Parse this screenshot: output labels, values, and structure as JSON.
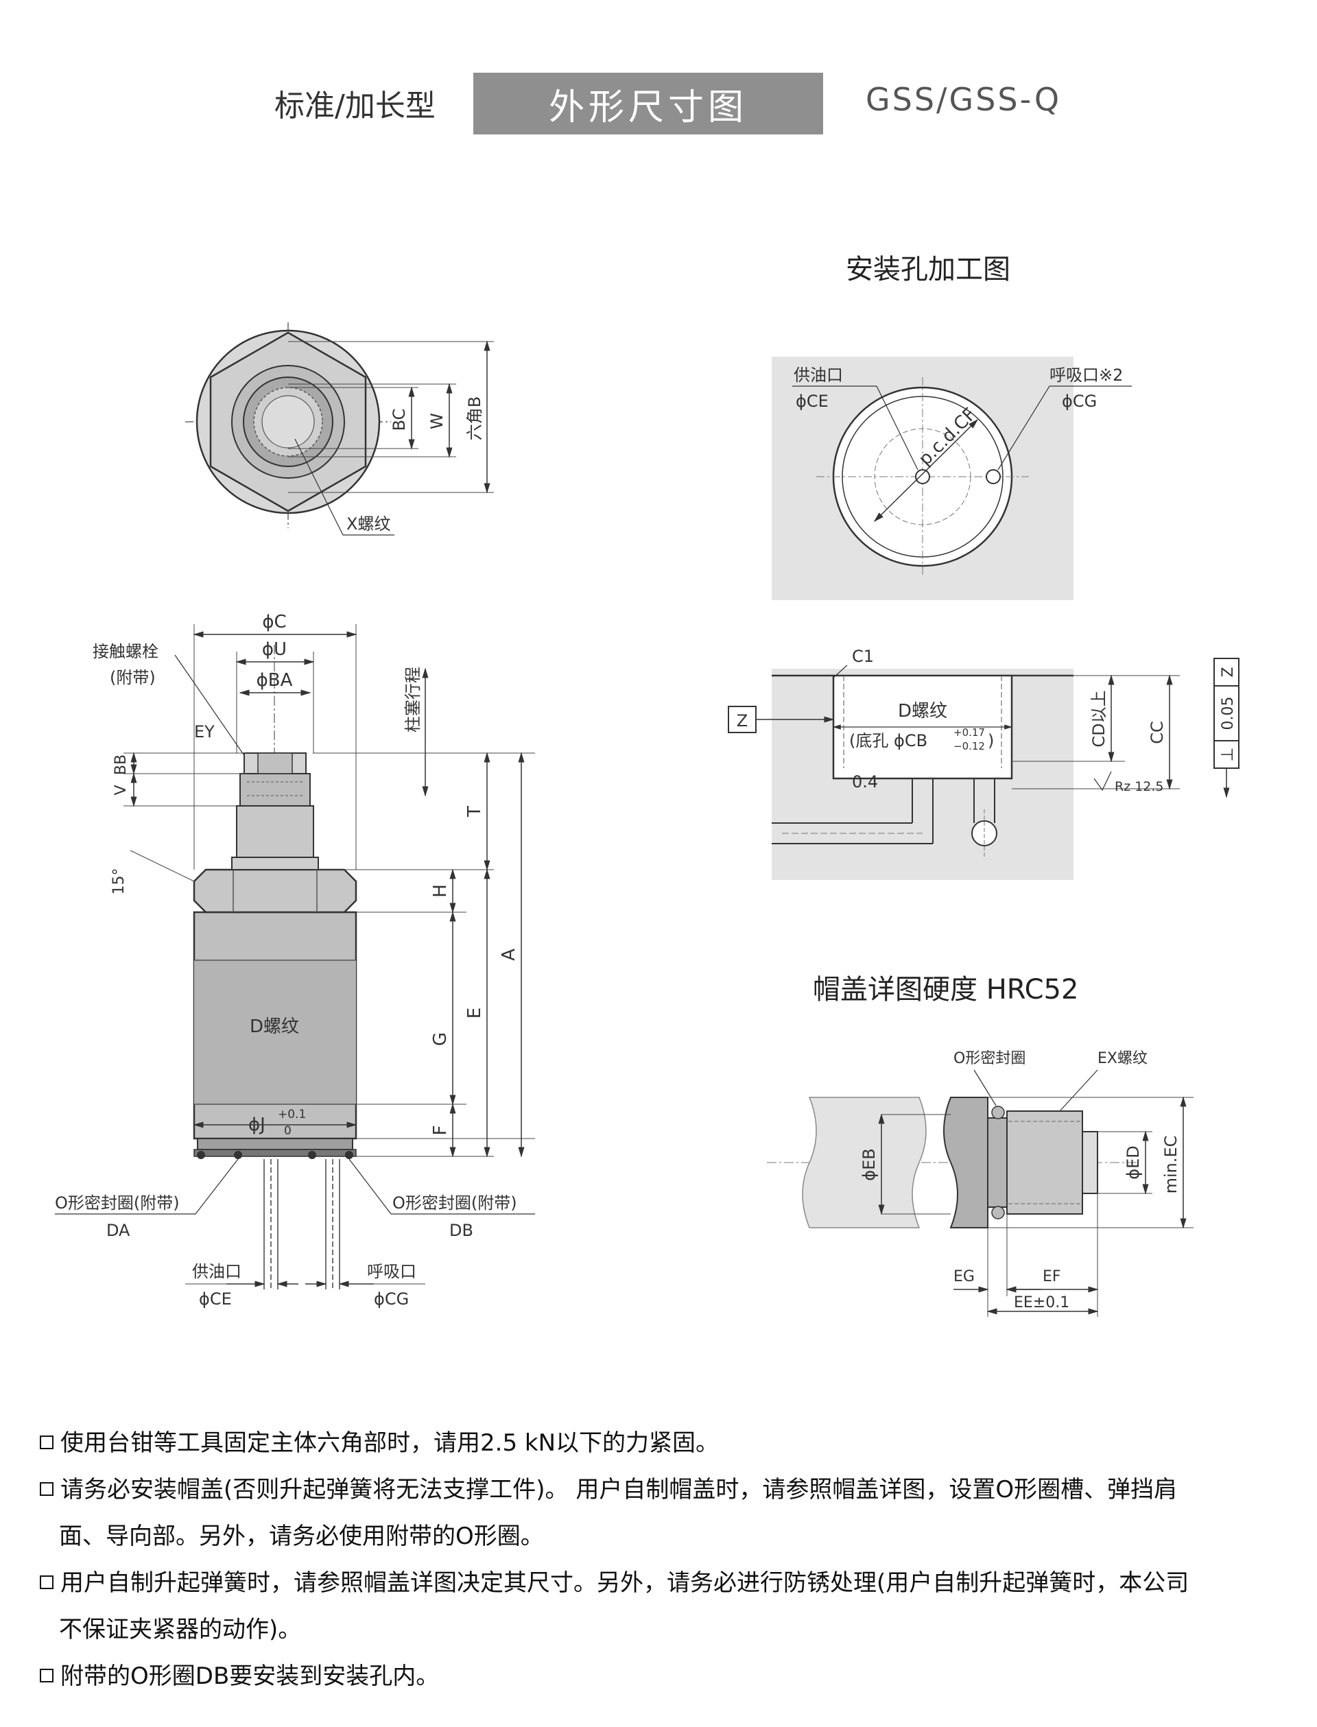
{
  "header": {
    "left": "标准/加长型",
    "center": "外形尺寸图",
    "right": "GSS/GSS-Q"
  },
  "sections": {
    "mount_hole_title": "安装孔加工图",
    "cap_detail_title": "帽盖详图硬度 HRC52"
  },
  "top_view": {
    "labels": {
      "bc": "BC",
      "w": "W",
      "hex": "六角B",
      "x_thread": "X螺纹"
    }
  },
  "side_view": {
    "labels": {
      "phi_c": "ϕC",
      "phi_u": "ϕU",
      "phi_ba": "ϕBA",
      "contact_bolt": "接触螺栓",
      "contact_bolt_note": "(附带)",
      "ey": "EY",
      "bb": "BB",
      "v": "V",
      "angle": "15°",
      "plunger_stroke": "柱塞行程",
      "t": "T",
      "h": "H",
      "a": "A",
      "e": "E",
      "g": "G",
      "f": "F",
      "d_thread": "D螺纹",
      "phi_j": "ϕJ",
      "tol_j_up": "+0.1",
      "tol_j_low": "0",
      "oring_left": "O形密封圈(附带)",
      "da": "DA",
      "oring_right": "O形密封圈(附带)",
      "db": "DB",
      "supply_port": "供油口",
      "phi_ce": "ϕCE",
      "breather_port": "呼吸口",
      "phi_cg": "ϕCG"
    }
  },
  "mount_hole": {
    "labels": {
      "supply_port": "供油口",
      "phi_ce": "ϕCE",
      "breather_port": "呼吸口※2",
      "phi_cg": "ϕCG",
      "pcd": "p.c.d.CF",
      "c1": "C1",
      "z": "Z",
      "d_thread": "D螺纹",
      "bottom_hole": "(底孔 ϕCB",
      "tol_up": "+0.17",
      "tol_low": "−0.12",
      "bottom_hole_end": ")",
      "cd_min": "CD以上",
      "cc": "CC",
      "tol_val": "0.05",
      "perp": "⊥",
      "datum": "Z",
      "chamfer": "0.4",
      "rz": "Rz 12.5"
    }
  },
  "cap_detail": {
    "labels": {
      "oring": "O形密封圈",
      "ex_thread": "EX螺纹",
      "phi_eb": "ϕEB",
      "phi_ed": "ϕED",
      "min_ec": "min.EC",
      "eg": "EG",
      "ef": "EF",
      "ee": "EE±0.1"
    }
  },
  "notes": [
    "使用台钳等工具固定主体六角部时，请用2.5 kN以下的力紧固。",
    "请务必安装帽盖(否则升起弹簧将无法支撑工件)。 用户自制帽盖时，请参照帽盖详图，设置O形圈槽、弹挡肩",
    "面、导向部。另外，请务必使用附带的O形圈。",
    "用户自制升起弹簧时，请参照帽盖详图决定其尺寸。另外，请务必进行防锈处理(用户自制升起弹簧时，本公司",
    "不保证夹紧器的动作)。",
    "附带的O形圈DB要安装到安装孔内。"
  ]
}
